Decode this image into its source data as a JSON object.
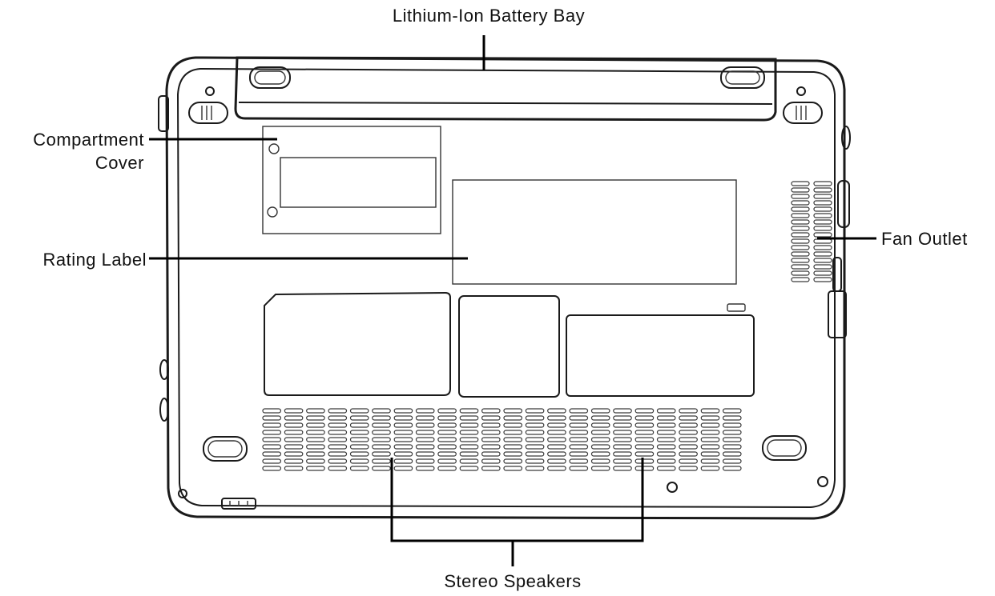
{
  "figure": {
    "subject": "laptop underside",
    "callouts": {
      "battery_bay": "Lithium-Ion Battery Bay",
      "compartment_cover_line1": "Compartment",
      "compartment_cover_line2": "Cover",
      "rating_label": "Rating Label",
      "fan_outlet": "Fan Outlet",
      "stereo_speakers": "Stereo Speakers"
    },
    "line_color": "#1a1a1a",
    "background": "#ffffff"
  }
}
